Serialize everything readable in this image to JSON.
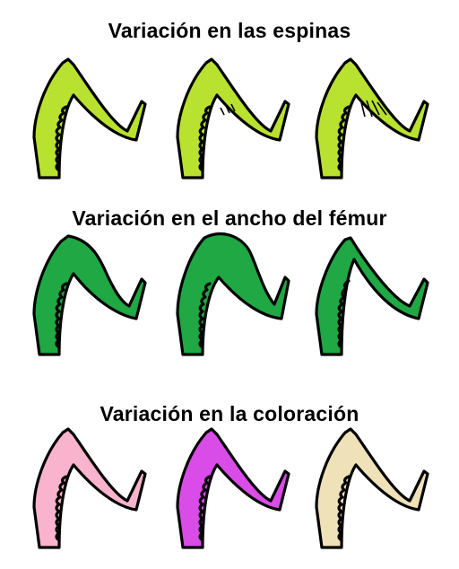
{
  "rows": [
    {
      "title": "Variación en las espinas",
      "legs": [
        {
          "color": "#b9e12f",
          "shape": "normal",
          "spines": "none"
        },
        {
          "color": "#b9e12f",
          "shape": "normal",
          "spines": "short"
        },
        {
          "color": "#b9e12f",
          "shape": "normal",
          "spines": "long"
        }
      ]
    },
    {
      "title": "Variación en el ancho del fémur",
      "legs": [
        {
          "color": "#1fa843",
          "shape": "medium",
          "spines": "none"
        },
        {
          "color": "#1fa843",
          "shape": "wide",
          "spines": "none"
        },
        {
          "color": "#1fa843",
          "shape": "thin",
          "spines": "none"
        }
      ]
    },
    {
      "title": "Variación en la coloración",
      "legs": [
        {
          "color": "#f9b3cc",
          "shape": "normal",
          "spines": "none"
        },
        {
          "color": "#d94ce8",
          "shape": "normal",
          "spines": "none"
        },
        {
          "color": "#efe2b8",
          "shape": "normal",
          "spines": "none"
        }
      ]
    }
  ]
}
